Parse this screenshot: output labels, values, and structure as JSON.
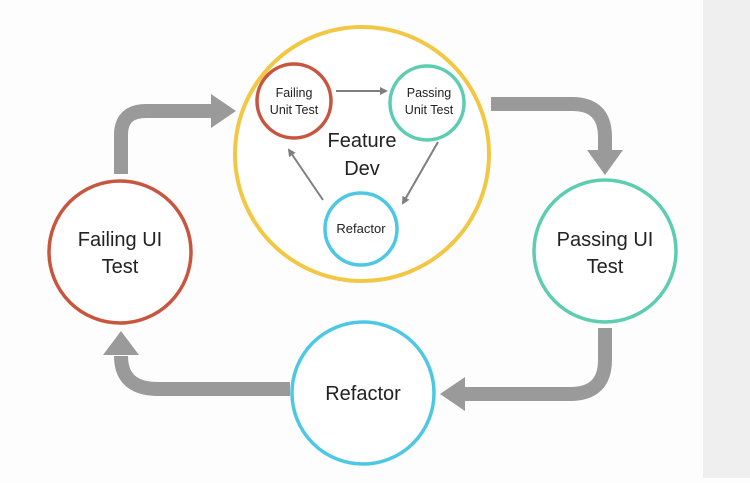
{
  "colors": {
    "failing": "#c8563f",
    "passing": "#5ccdb0",
    "refactor": "#4dc8e4",
    "feature": "#f2c744",
    "big_arrow": "#9a9a9a",
    "small_arrow": "#7f7f7f",
    "side_panel": "#efefef"
  },
  "outer_cycle": {
    "failing_ui_test": {
      "line1": "Failing UI",
      "line2": "Test"
    },
    "passing_ui_test": {
      "line1": "Passing UI",
      "line2": "Test"
    },
    "refactor": {
      "label": "Refactor"
    }
  },
  "feature_dev": {
    "line1": "Feature",
    "line2": "Dev",
    "failing_unit_test": {
      "line1": "Failing",
      "line2": "Unit Test"
    },
    "passing_unit_test": {
      "line1": "Passing",
      "line2": "Unit Test"
    },
    "refactor": {
      "label": "Refactor"
    }
  },
  "arrow_icons": [
    "curved-arrow-icon",
    "straight-arrow-icon"
  ]
}
